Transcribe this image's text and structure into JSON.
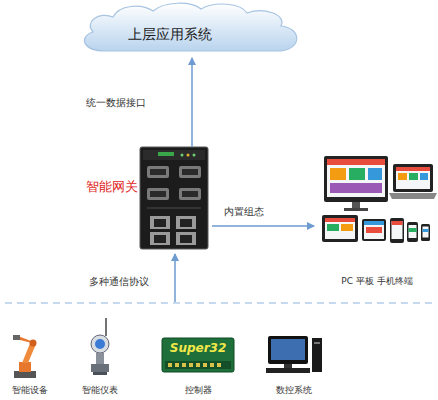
{
  "diagram": {
    "nodes": [
      {
        "text": [
          "上层应用系统"
        ]
      },
      {
        "text": [
          "智能网关"
        ]
      },
      {
        "text": [
          "PC 平板 手机终端"
        ]
      },
      {
        "text": [
          "智能设备"
        ]
      },
      {
        "text": [
          "智能仪表"
        ]
      },
      {
        "text": [
          "控制器"
        ]
      },
      {
        "text": [
          "数控系统"
        ]
      }
    ],
    "edges": [
      {
        "from": 1,
        "to": 0,
        "label": "统一数据接口",
        "arrow": "to"
      },
      {
        "from": 1,
        "to": 2,
        "label": "内置组态",
        "arrow": "to"
      }
    ],
    "labels": [
      "多种通信协议",
      "Super32"
    ]
  }
}
